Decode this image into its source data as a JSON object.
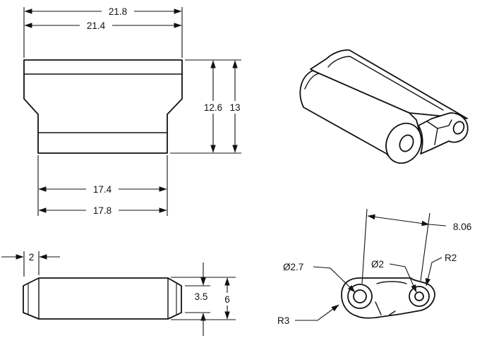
{
  "front_view": {
    "overall_top_width": "21.8",
    "inner_top_width": "21.4",
    "inner_height": "12.6",
    "overall_height": "13",
    "inner_bottom_width": "17.4",
    "overall_bottom_width": "17.8"
  },
  "side_view": {
    "chamfer_width": "2",
    "inner_height": "3.5",
    "overall_height": "6"
  },
  "link_view": {
    "center_distance": "8.06",
    "large_hole_diameter": "Ø2.7",
    "small_hole_diameter": "Ø2",
    "small_end_radius": "R2",
    "large_end_radius": "R3"
  },
  "colors": {
    "line": "#111111",
    "background": "#ffffff"
  }
}
